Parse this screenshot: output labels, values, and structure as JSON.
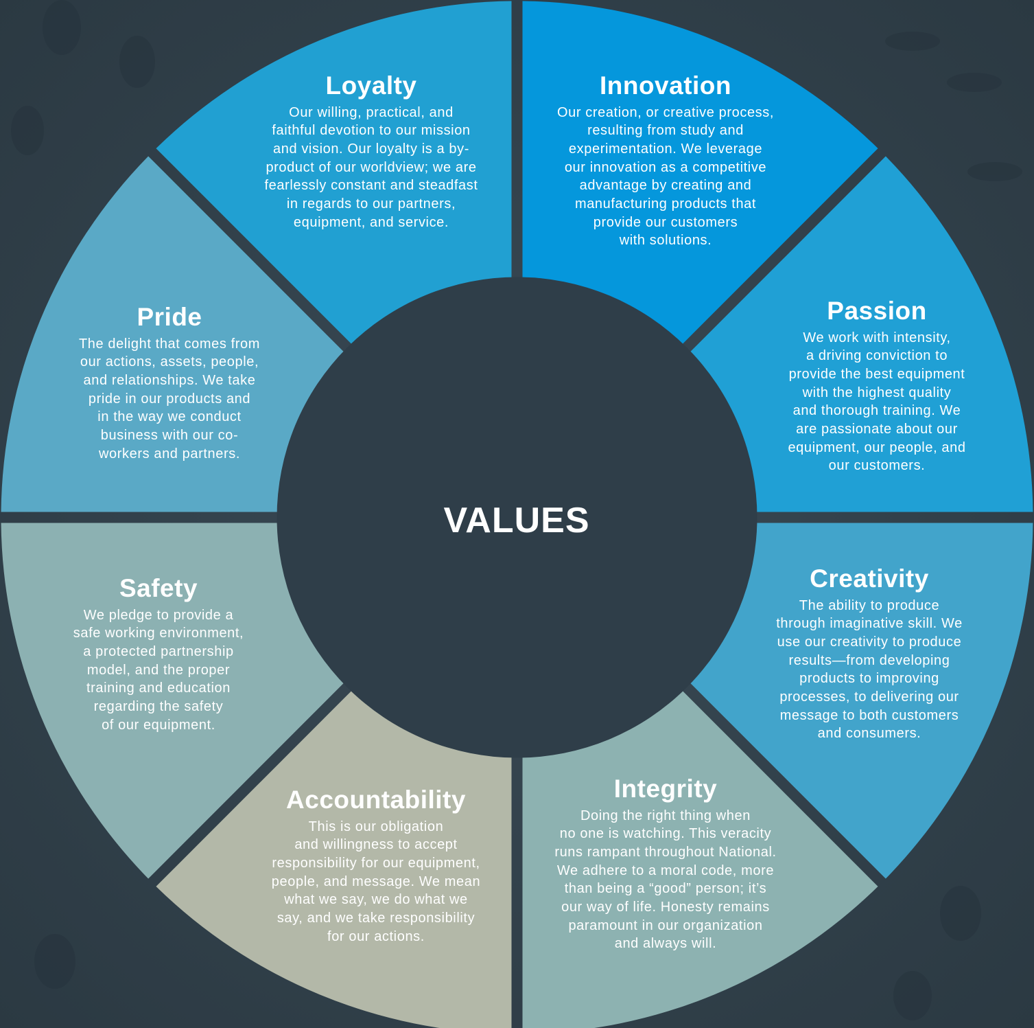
{
  "center": {
    "title": "VALUES"
  },
  "colors": {
    "background": "#2e3d47",
    "hub": "#2f3e49",
    "loyalty": "#21a0d2",
    "innovation": "#0597dc",
    "passion": "#20a0d5",
    "creativity": "#42a4cb",
    "integrity": "#8db2b1",
    "accountability": "#b3b8a8",
    "safety": "#8cb1b2",
    "pride": "#5aa9c6"
  },
  "values": [
    {
      "key": "loyalty",
      "title": "Loyalty",
      "description": "Our willing, practical, and\nfaithful devotion to our mission\nand vision. Our loyalty is a by-\nproduct of our worldview; we are\nfearlessly constant and steadfast\nin regards to our partners,\nequipment, and service."
    },
    {
      "key": "innovation",
      "title": "Innovation",
      "description": "Our creation, or creative process,\nresulting from study and\nexperimentation. We leverage\nour innovation as a competitive\nadvantage by creating and\nmanufacturing products that\nprovide our customers\nwith solutions."
    },
    {
      "key": "passion",
      "title": "Passion",
      "description": "We work with intensity,\na driving conviction to\nprovide the best equipment\nwith the highest quality\nand thorough training. We\nare passionate about our\nequipment, our people, and\nour customers."
    },
    {
      "key": "creativity",
      "title": "Creativity",
      "description": "The ability to produce\nthrough imaginative skill. We\nuse our creativity to produce\nresults—from developing\nproducts to improving\nprocesses, to delivering our\nmessage to both customers\nand consumers."
    },
    {
      "key": "integrity",
      "title": "Integrity",
      "description": "Doing the right thing when\nno one is watching. This veracity\nruns rampant throughout National.\nWe adhere to a moral code, more\nthan being a “good” person; it’s\nour way of life. Honesty remains\nparamount in our organization\nand always will."
    },
    {
      "key": "accountability",
      "title": "Accountability",
      "description": "This is our obligation\nand willingness to accept\nresponsibility for our equipment,\npeople, and message. We mean\nwhat we say, we do what we\nsay, and we take responsibility\nfor our actions."
    },
    {
      "key": "safety",
      "title": "Safety",
      "description": "We pledge to provide a\nsafe working environment,\na protected partnership\nmodel, and the proper\ntraining and education\nregarding the safety\nof our equipment."
    },
    {
      "key": "pride",
      "title": "Pride",
      "description": "The delight that comes from\nour actions, assets, people,\nand relationships. We take\npride in our products and\nin the way we conduct\nbusiness with our co-\nworkers and partners."
    }
  ]
}
